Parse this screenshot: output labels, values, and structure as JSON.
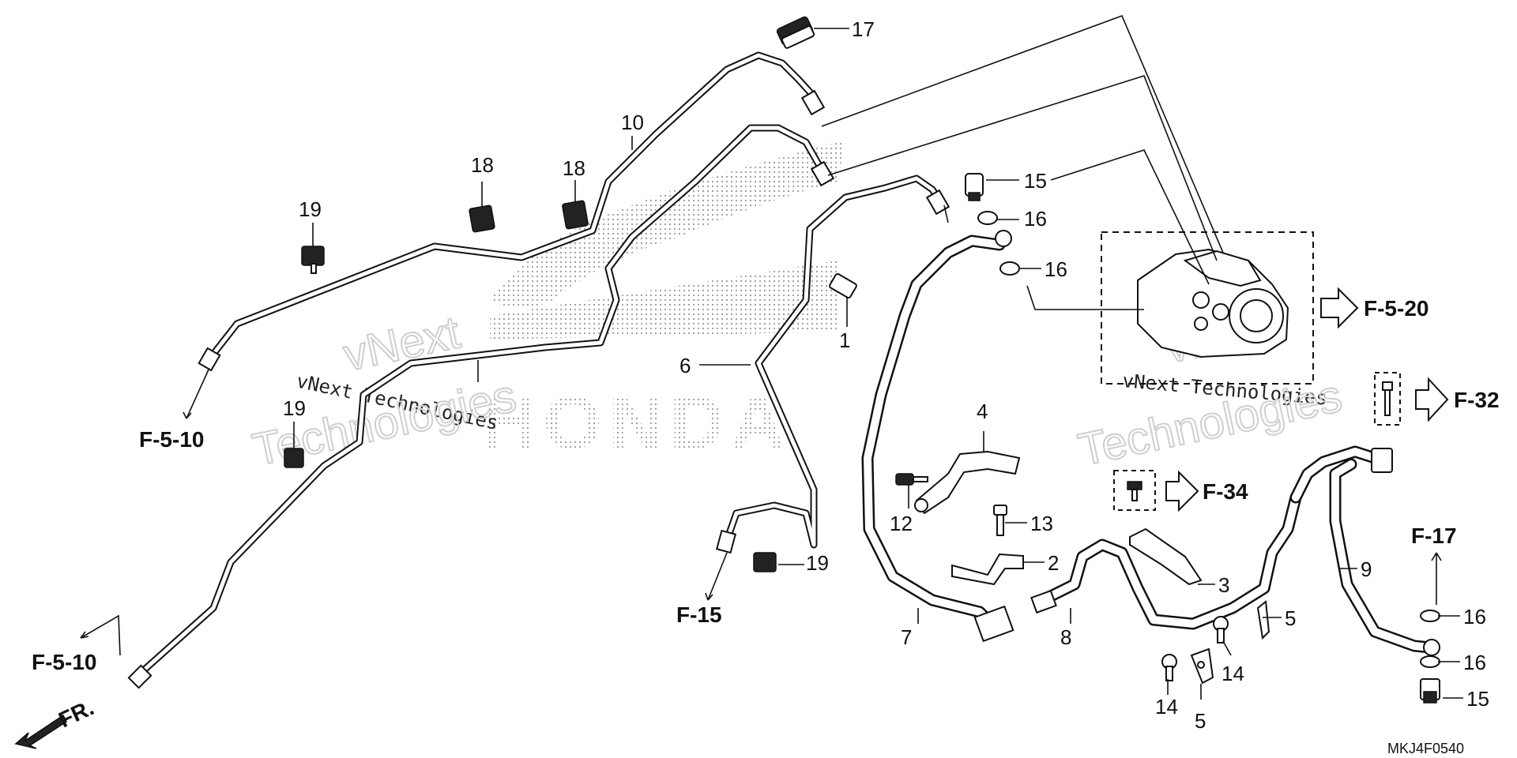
{
  "diagram": {
    "callouts": {
      "p1": "1",
      "p2": "2",
      "p3": "3",
      "p4": "4",
      "p5a": "5",
      "p5b": "5",
      "p6": "6",
      "p7": "7",
      "p8": "8",
      "p9": "9",
      "p10": "10",
      "p12": "12",
      "p13": "13",
      "p14a": "14",
      "p14b": "14",
      "p15a": "15",
      "p15b": "15",
      "p16a": "16",
      "p16b": "16",
      "p16c": "16",
      "p16d": "16",
      "p17": "17",
      "p18a": "18",
      "p18b": "18",
      "p19a": "19",
      "p19b": "19",
      "p19c": "19"
    },
    "references": {
      "f510a": "F-5-10",
      "f510b": "F-5-10",
      "f15": "F-15",
      "f520": "F-5-20",
      "f32": "F-32",
      "f34": "F-34",
      "f17": "F-17"
    },
    "front_label": "FR.",
    "diagram_code": "MKJ4F0540",
    "watermark": {
      "line1": "vNext Technologies",
      "line2": "Technologies",
      "line3": "vNext",
      "brand": "HONDA"
    },
    "colors": {
      "line": "#111111",
      "background": "#ffffff",
      "watermark": "#cfcfcf"
    }
  }
}
